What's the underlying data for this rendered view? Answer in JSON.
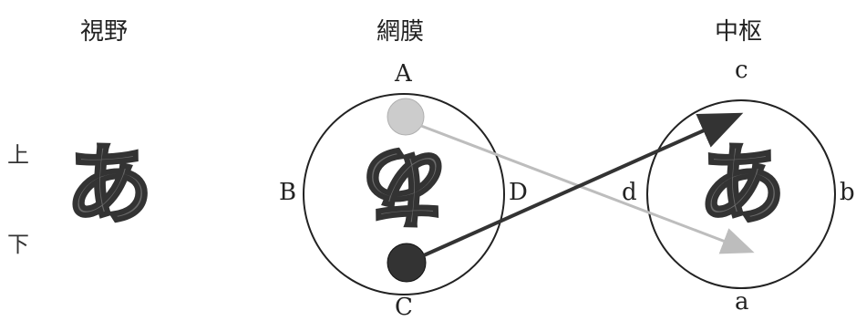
{
  "headings": {
    "visual_field": "視野",
    "retina": "網膜",
    "center": "中枢"
  },
  "side_labels": {
    "up": "上",
    "down": "下"
  },
  "retina_labels": {
    "top": "A",
    "left": "B",
    "bottom": "C",
    "right": "D"
  },
  "center_labels": {
    "top": "c",
    "right": "b",
    "bottom": "a",
    "left": "d"
  },
  "glyphs": {
    "visual_field": "あ",
    "retina": "あ",
    "center": "あ"
  },
  "colors": {
    "line": "#222222",
    "glyph_fill": "#6a6a6a",
    "dark_dot": "#333333",
    "light_dot": "#cccccc",
    "light_arrow": "#bdbdbd"
  }
}
